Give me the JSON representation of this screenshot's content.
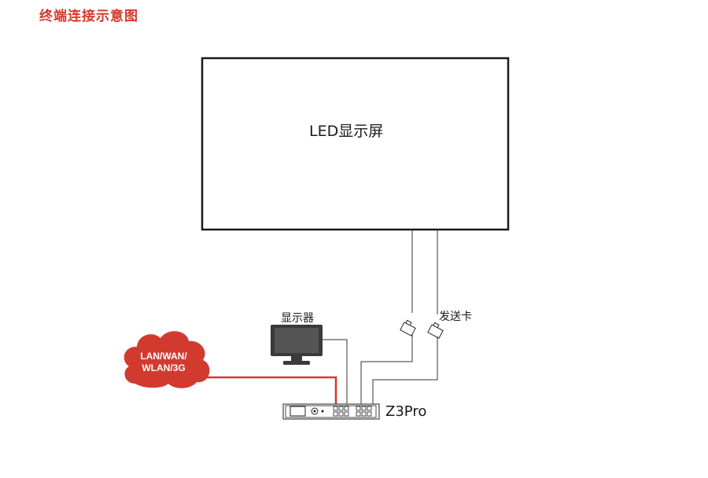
{
  "title": "终端连接示意图",
  "diagram": {
    "led_screen_label": "LED显示屏",
    "monitor_label": "显示器",
    "sending_card_label": "发送卡",
    "device_label": "Z3Pro",
    "network_cloud": {
      "line1": "LAN/WAN/",
      "line2": "WLAN/3G"
    }
  },
  "colors": {
    "accent_red": "#d6382c",
    "cloud_fill": "#d23a30",
    "line_dark": "#222222"
  }
}
